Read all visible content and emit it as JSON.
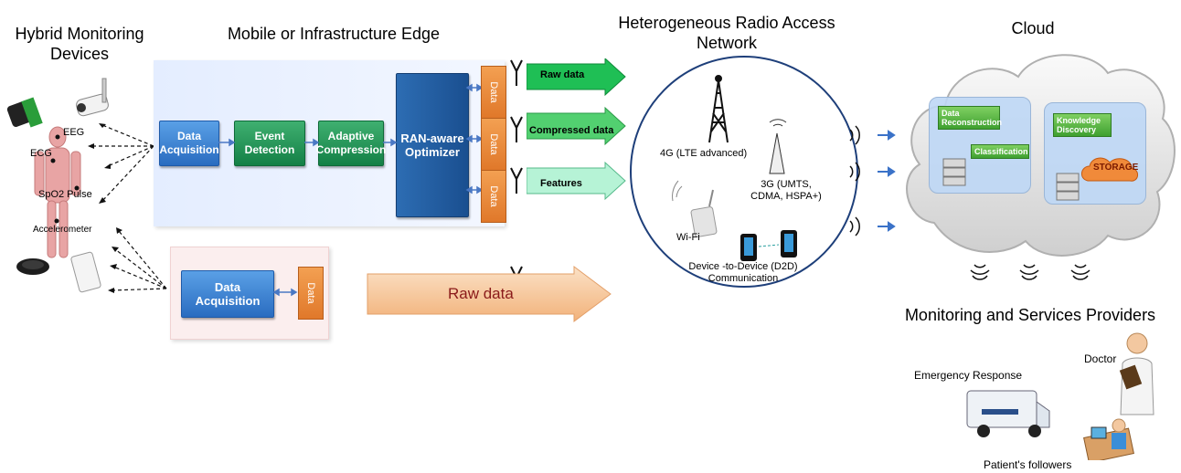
{
  "headers": {
    "hybrid": "Hybrid Monitoring Devices",
    "edge": "Mobile or Infrastructure Edge",
    "ran": "Heterogeneous Radio Access Network",
    "cloud": "Cloud",
    "providers": "Monitoring and Services Providers"
  },
  "body_labels": {
    "eeg": "EEG",
    "ecg": "ECG",
    "spo2": "SpO2 Pulse",
    "accel": "Accelerometer"
  },
  "edge_blocks": {
    "data_acq": "Data Acquisition",
    "event": "Event Detection",
    "adaptive": "Adaptive Compression",
    "optimizer": "RAN-aware Optimizer",
    "data_tab": "Data"
  },
  "edge2": {
    "data_acq": "Data Acquisition",
    "data_tab": "Data"
  },
  "streams": {
    "raw": "Raw data",
    "compressed": "Compressed data",
    "features": "Features",
    "raw_big": "Raw data"
  },
  "ran_labels": {
    "g4": "4G (LTE advanced)",
    "g3": "3G (UMTS, CDMA, HSPA+)",
    "wifi": "Wi-Fi",
    "d2d": "Device -to-Device (D2D) Communication"
  },
  "cloud_labels": {
    "reconstruction": "Data Reconstruction",
    "classification": "Classification",
    "knowledge": "Knowledge Discovery",
    "storage": "STORAGE"
  },
  "providers": {
    "doctor": "Doctor",
    "emergency": "Emergency Response",
    "followers": "Patient's followers"
  },
  "colors": {
    "edge_panel": "#e6efff",
    "edge2_panel": "#fbeeee",
    "raw_arrow": "#22c55e",
    "compressed_arrow": "#4fcf6c",
    "features_arrow": "#a8f0cc",
    "big_arrow": "#f6c28e"
  }
}
